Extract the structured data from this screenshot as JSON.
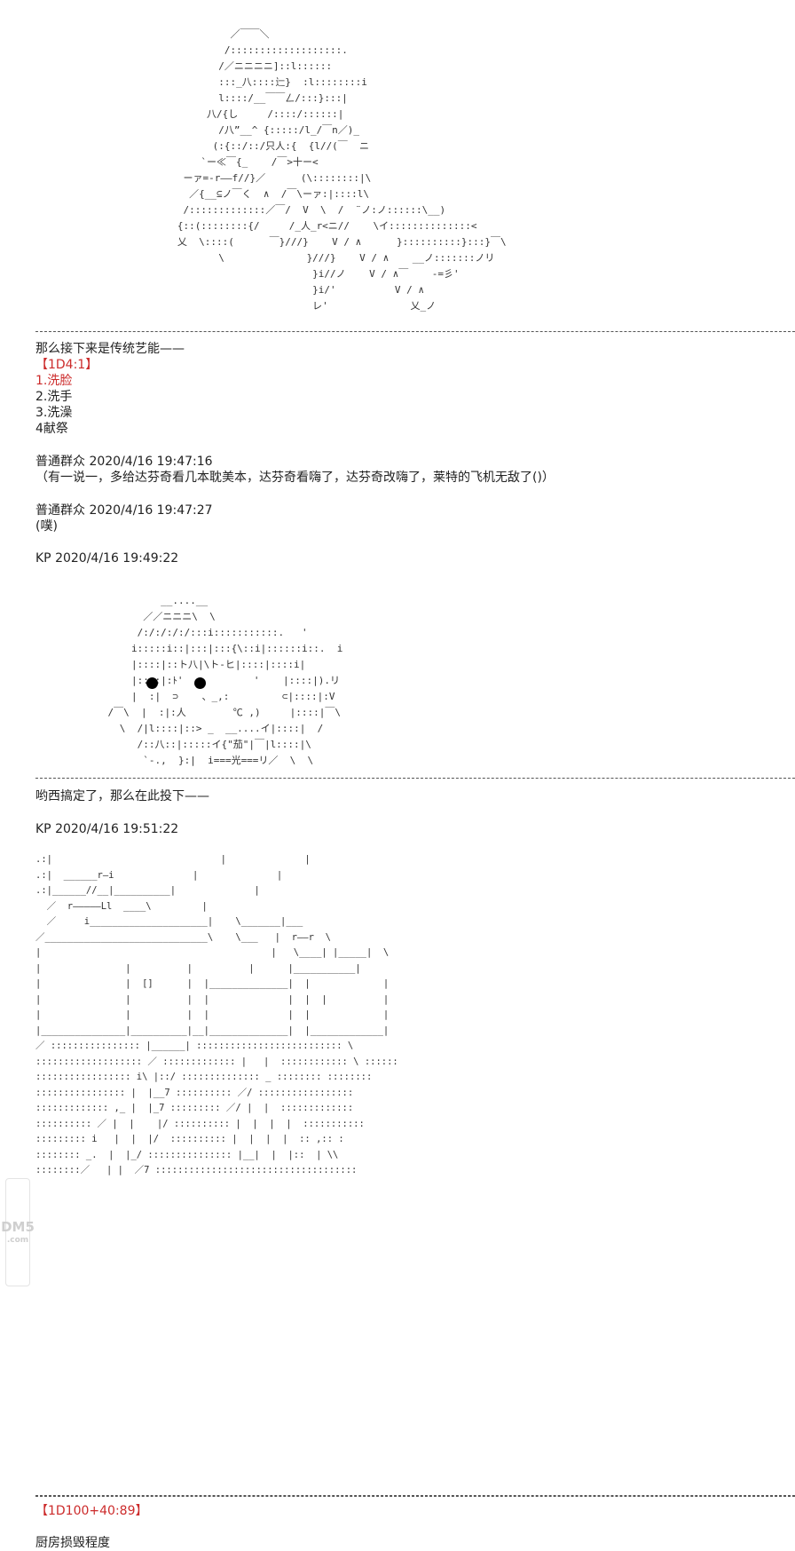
{
  "art": {
    "character": "            ／￣￣＼\n           /:::::::::::::::::::.\n          /／ニニニニ]::l::::::\n          :::_八::::辷}  :l::::::::i\n          l::::/__￣￣ㄥ/:::}:::|\n        八/{し     /::::/::::::|\n          /八”__^ {:::::/l_/￣n／)_\n         (:{::/::/只人:{  {l//(￣  ニ\n       `ー≪￣{_    /￣>十ー<\n    ーァ=-r——f//}／      (\\::::::::|\\\n     ／{__⊆ノ￣く  ∧  /￣\\ーァ:|::::l\\\n    /:::::::::::::／￣/  V  \\  /  ¨ノ:ノ::::::\\__)\n   {::(::::::::{/     /_人_r<ニ//    \\イ::::::::::::::<\n   乂  \\::::(      ￣}///}    V / ∧      }::::::::::}:::}￣\\\n          \\              }///}    V / ∧    __ノ:::::::ノリ\n                          }i//ノ    V / ∧￣    -=彡'\n                          }i/'          V / ∧\n                          レ'              乂_ノ",
    "girl": "             __....__\n          ／／ニニニ\\  \\\n         /:/:/:/:/:::i:::::::::::.   '\n        i:::::i::|:::|:::{\\::i|::::::i::.  i\n        |::::|::ト八|\\ト-ヒ|::::|::::i|\n        |::::|:ﾄ'            '    |::::|).リ\n        |  :|  ⊃    、_,:         ⊂|::::|:V\n    /￣\\  |  :|:人        ℃ ,)     |::::|￣\\\n      \\  /|l::::|::> _  __....イ|::::|  /\n         /::八::|:::::イ{\"茄\"|￣|l::::|\\\n          `-.,  }:|  i===光===リ／  \\  \\",
    "kitchen": ".:|                              |              |\n.:|  ______r―i              |              |\n.:|______//__|__________|              |\n  ／  r―――――Ll  ____\\         |\n  ／     i_____________________|    \\_______|___\n／_____________________________\\    \\___   |  r――r  \\\n|                                         |   \\____| |_____|  \\\n|               |          |          |      |___________|\n|               |  []      |  |______________|  |             |\n|               |          |  |              |  |  |          |\n|               |          |  |              |  |             |\n|_______________|__________|__|______________|  |_____________|\n／ :::::::::::::::: |______| :::::::::::::::::::::::::: \\\n::::::::::::::::::: ／ ::::::::::::: |   |  :::::::::::: \\ ::::::\n::::::::::::::::: i\\ |::/ :::::::::::::: _ :::::::: ::::::::\n:::::::::::::::: |  |__7 :::::::::: ／/ :::::::::::::::::\n::::::::::::: ,_ |  |_7 ::::::::: ／/ |  |  :::::::::::::\n:::::::::: ／ |  |    |/ :::::::::: |  |  |  |  :::::::::::\n::::::::: i   |  |  |/  :::::::::: |  |  |  |  :: ,:: :\n:::::::: _.  |  |_/ ::::::::::::::: |__|  |  |::  | \\\\\n::::::::／   | |  ／7 ::::::::::::::::::::::::::::::::::::"
  },
  "post1": {
    "lines": [
      "那么接下来是传统艺能——"
    ],
    "roll": "【1D4:1】",
    "options": [
      "1.洗脸",
      "2.洗手",
      "3.洗澡",
      "4献祭"
    ]
  },
  "comment1": {
    "header": "普通群众 2020/4/16 19:47:16",
    "text": "（有一说一，多给达芬奇看几本耽美本，达芬奇看嗨了，达芬奇改嗨了，莱特的飞机无敌了()）"
  },
  "comment2": {
    "header": "普通群众 2020/4/16 19:47:27",
    "text": "(噗)"
  },
  "kp1": {
    "header": "KP 2020/4/16 19:49:22"
  },
  "post2": {
    "text": "哟西搞定了，那么在此投下——"
  },
  "kp2": {
    "header": "KP 2020/4/16 19:51:22"
  },
  "post3": {
    "roll": "【1D100+40:89】",
    "text": "厨房损毁程度"
  },
  "watermark": {
    "main": "DM5",
    "sub": ".com"
  },
  "colors": {
    "roll_red": "#cc2b2b",
    "text": "#222222",
    "background": "#ffffff"
  }
}
